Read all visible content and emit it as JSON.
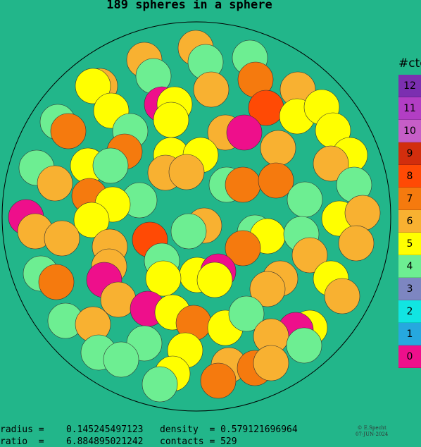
{
  "title": "189 spheres in a sphere",
  "legend": {
    "title": "#ctc",
    "items": [
      {
        "label": "12",
        "color": "#7b2fb0"
      },
      {
        "label": "11",
        "color": "#b23ec4"
      },
      {
        "label": "10",
        "color": "#c65ec7"
      },
      {
        "label": "9",
        "color": "#d22e0d"
      },
      {
        "label": "8",
        "color": "#ff4a05"
      },
      {
        "label": "7",
        "color": "#f57a0e"
      },
      {
        "label": "6",
        "color": "#f8b131"
      },
      {
        "label": "5",
        "color": "#ffff00"
      },
      {
        "label": "4",
        "color": "#6dee92"
      },
      {
        "label": "3",
        "color": "#7d86c1"
      },
      {
        "label": "2",
        "color": "#11e5e2"
      },
      {
        "label": "1",
        "color": "#26a8df"
      },
      {
        "label": "0",
        "color": "#ee0f8b"
      }
    ]
  },
  "stats": {
    "radius_label": "radius =",
    "radius_value": "0.145245497123",
    "density_label": "density  =",
    "density_value": "0.579121696964",
    "ratio_label": "ratio  =",
    "ratio_value": "6.884895021242",
    "contacts_label": "contacts =",
    "contacts_value": "529"
  },
  "credit": {
    "line1": "© E.Specht",
    "line2": "07-JUN-2024"
  }
}
